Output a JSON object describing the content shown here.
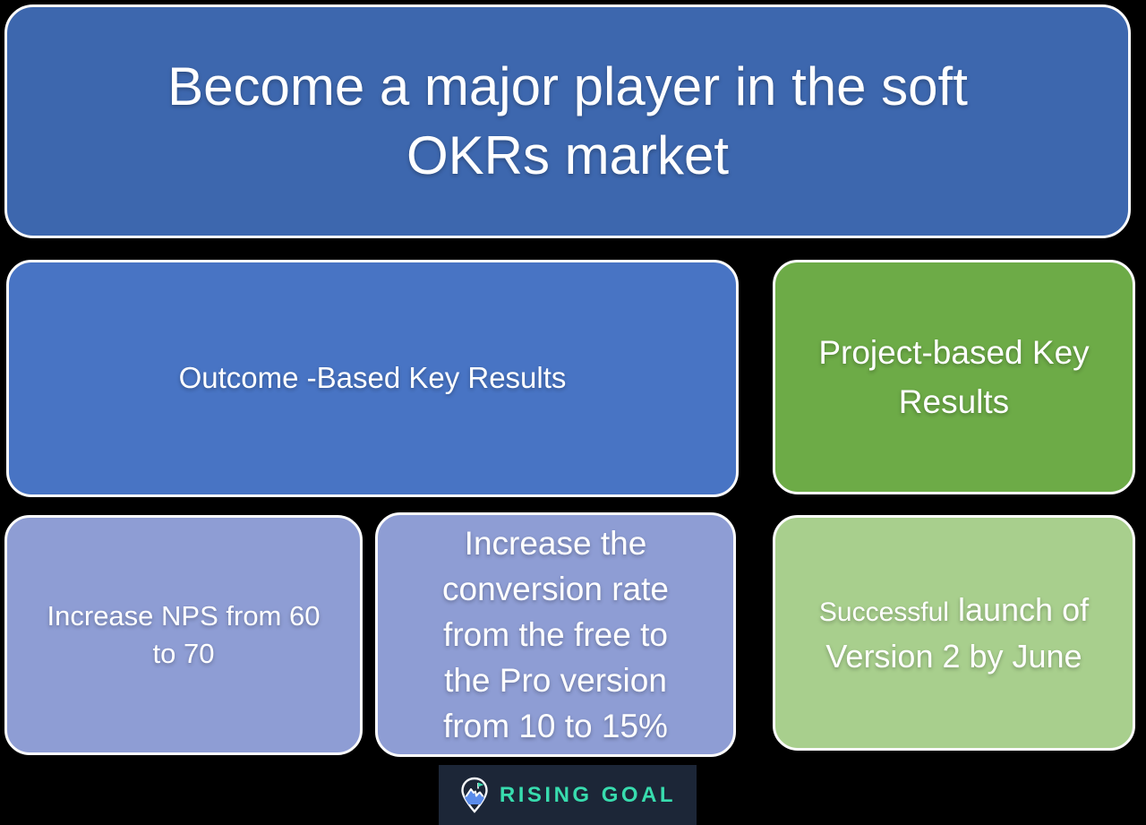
{
  "page": {
    "background_color": "#000000"
  },
  "objective": {
    "lines": [
      "Become a major player in the soft",
      "OKRs market"
    ],
    "color": "#3D67AE",
    "text_color": "#FFFFFF"
  },
  "categories": [
    {
      "label": "Outcome -Based Key Results",
      "color": "#4874C4"
    },
    {
      "lines": [
        "Project-based Key",
        "Results"
      ],
      "color": "#6DAB47"
    }
  ],
  "key_results": [
    {
      "lines": [
        "Increase NPS from 60",
        "to 70"
      ],
      "color": "#8E9DD4"
    },
    {
      "lines": [
        "Increase the",
        "conversion rate",
        "from the free to",
        "the Pro version",
        "from 10 to 15%"
      ],
      "color": "#8E9DD4"
    },
    {
      "line1_small": "Successful",
      "line1_large": "launch of",
      "line2": "Version 2 by June",
      "color": "#A8CF8D"
    }
  ],
  "logo": {
    "text": "RISING GOAL",
    "background_color": "#1C2637",
    "text_color": "#38DCAE",
    "icon": "mountain-pin-icon",
    "icon_colors": {
      "pin_outline": "#FFFFFF",
      "mountain": "#5B8CEA",
      "snow": "#FFFFFF",
      "flag": "#38DCAE"
    }
  }
}
